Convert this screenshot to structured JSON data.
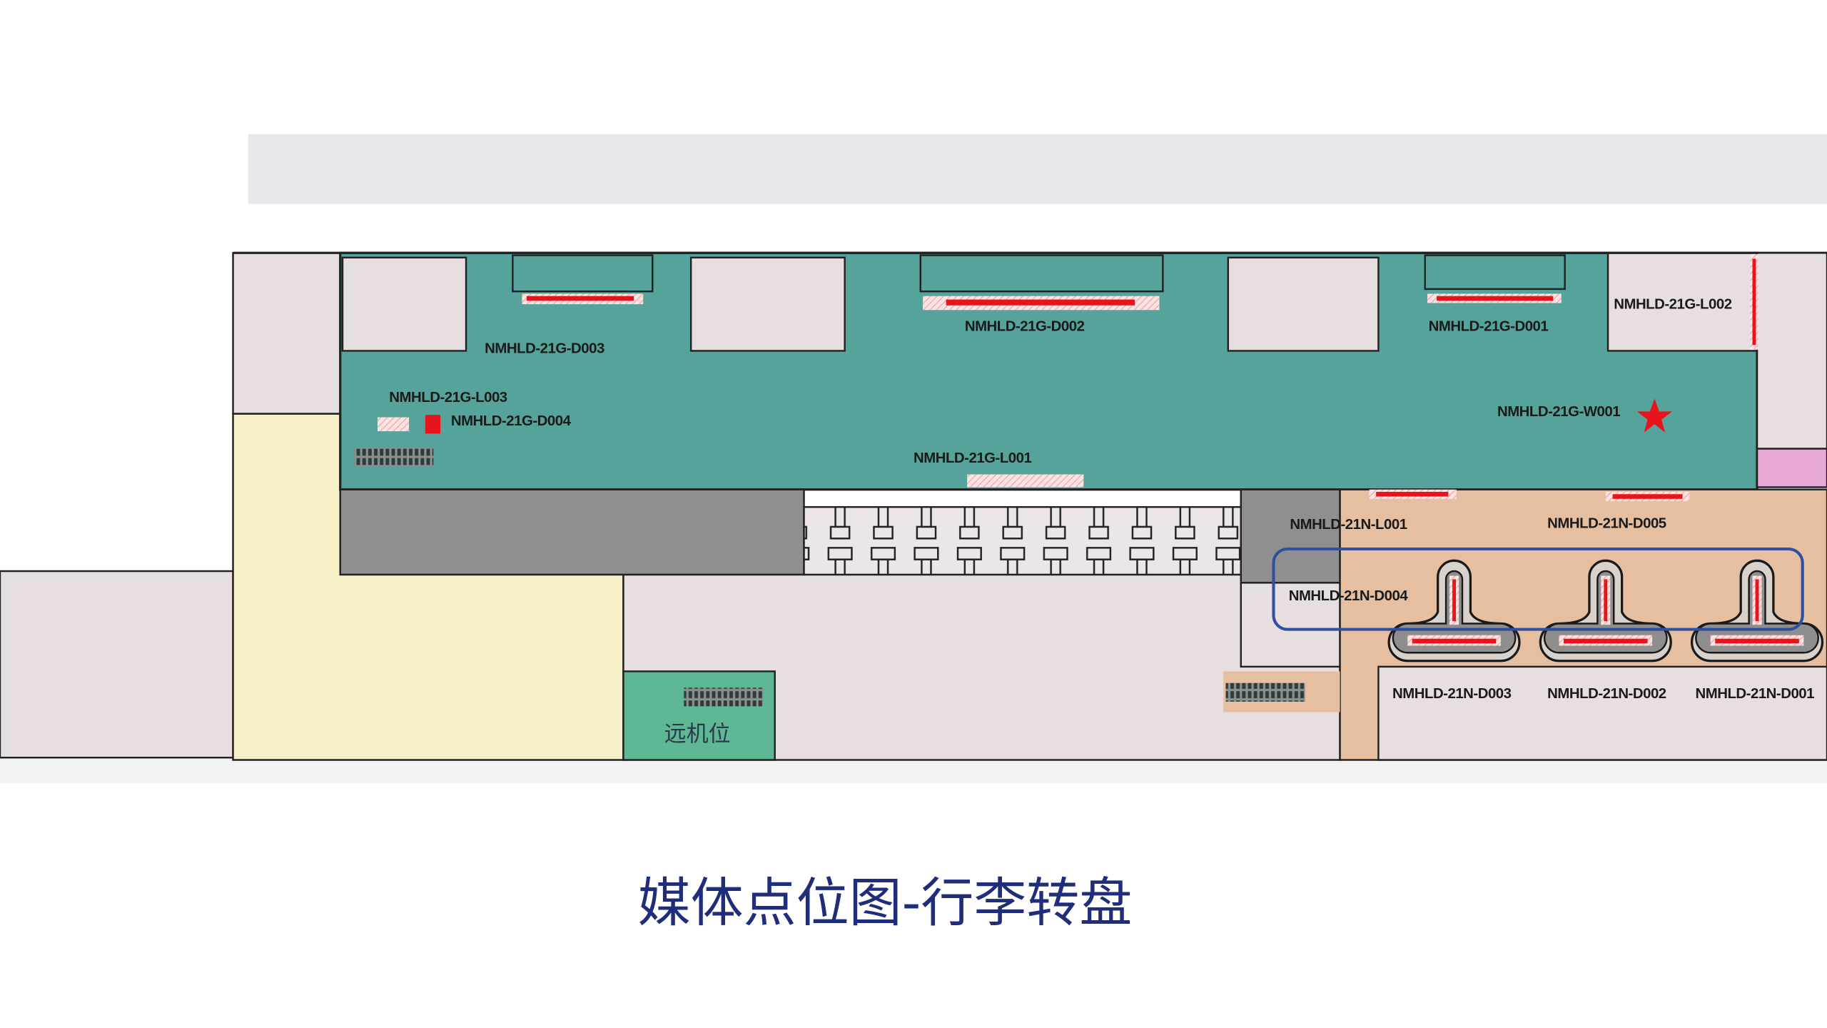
{
  "title": "媒体点位图-行李转盘",
  "map": {
    "remote_stand_label": "远机位",
    "labels": {
      "g_d003": "NMHLD-21G-D003",
      "g_d002": "NMHLD-21G-D002",
      "g_d001": "NMHLD-21G-D001",
      "g_l002": "NMHLD-21G-L002",
      "g_l003": "NMHLD-21G-L003",
      "g_d004": "NMHLD-21G-D004",
      "g_l001": "NMHLD-21G-L001",
      "g_w001": "NMHLD-21G-W001",
      "n_l001": "NMHLD-21N-L001",
      "n_d005": "NMHLD-21N-D005",
      "n_d004": "NMHLD-21N-D004",
      "n_d003": "NMHLD-21N-D003",
      "n_d002": "NMHLD-21N-D002",
      "n_d001": "NMHLD-21N-D001"
    },
    "colors": {
      "hall_teal": "#55a39b",
      "baggage_peach": "#e6bfa0",
      "room_gray": "#e6dedf",
      "yellow_zone": "#f7f1c9",
      "remote_stand_green": "#5fb894",
      "media_red": "#e8141c",
      "highlight_blue": "#2f4f9f"
    }
  }
}
